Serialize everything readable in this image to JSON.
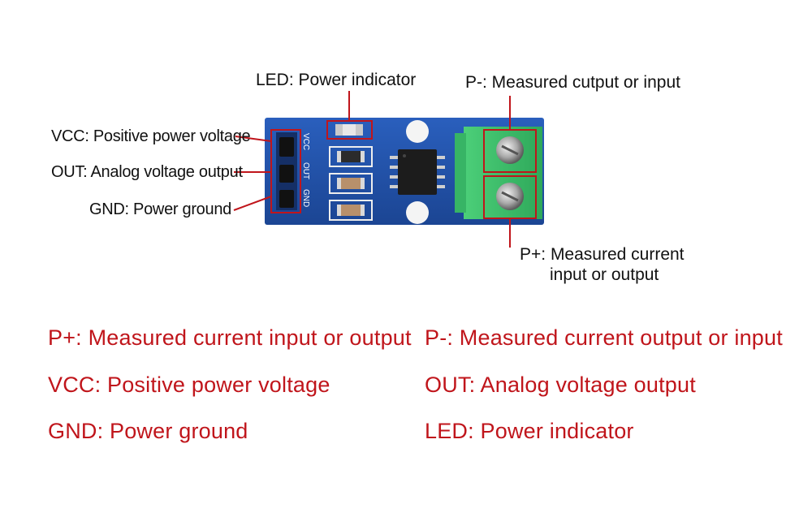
{
  "callouts": {
    "led": "LED: Power indicator",
    "p_minus": "P-: Measured cutput or input",
    "vcc": "VCC: Positive power voltage",
    "out": "OUT: Analog voltage output",
    "gnd": "GND: Power ground",
    "p_plus_line1": "P+: Measured current",
    "p_plus_line2": "input or output"
  },
  "silkscreen": {
    "vcc": "VCC",
    "out": "OUT",
    "gnd": "GND"
  },
  "legend": {
    "p_plus": "P+: Measured current input or output",
    "p_minus": "P-: Measured current output or input",
    "vcc": "VCC: Positive power voltage",
    "out": "OUT: Analog voltage output",
    "gnd": "GND: Power ground",
    "led": "LED: Power indicator"
  },
  "colors": {
    "legend_text": "#c0151b",
    "leader_line": "#c0151b",
    "board": "#1f4fa8",
    "terminal": "#3fbf6a"
  }
}
